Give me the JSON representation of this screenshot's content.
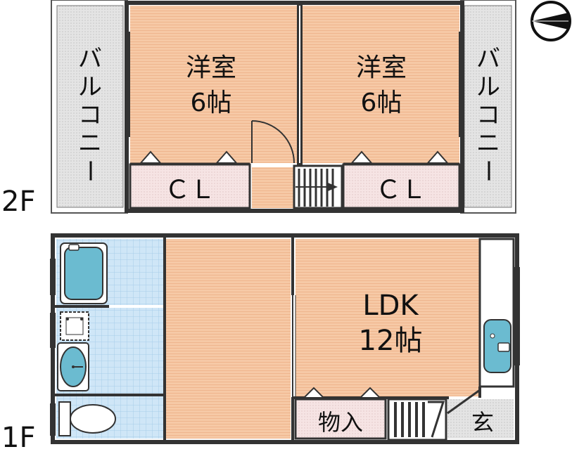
{
  "floors": {
    "upper": {
      "label": "2F",
      "rooms": {
        "west_room": {
          "name": "洋室",
          "size": "6帖"
        },
        "east_room": {
          "name": "洋室",
          "size": "6帖"
        },
        "west_closet": "ＣＬ",
        "east_closet": "ＣＬ",
        "west_balcony": [
          "バ",
          "ル",
          "コ",
          "ニ",
          "ー"
        ],
        "east_balcony": [
          "バ",
          "ル",
          "コ",
          "ニ",
          "ー"
        ]
      }
    },
    "lower": {
      "label": "1F",
      "rooms": {
        "ldk": {
          "name": "LDK",
          "size": "12帖"
        },
        "storage": "物入",
        "entrance": "玄"
      }
    }
  },
  "colors": {
    "room_floor": "#f6c9a6",
    "wet_area": "#cfe6f7",
    "closet": "#f6e6e6",
    "balcony": "#e2e2e2",
    "fixture": "#6bbbd0",
    "wall": "#333333"
  },
  "icons": [
    "compass-icon",
    "bathtub-icon",
    "washing-machine-icon",
    "washbasin-icon",
    "toilet-icon",
    "kitchen-sink-icon",
    "stairs-icon"
  ]
}
